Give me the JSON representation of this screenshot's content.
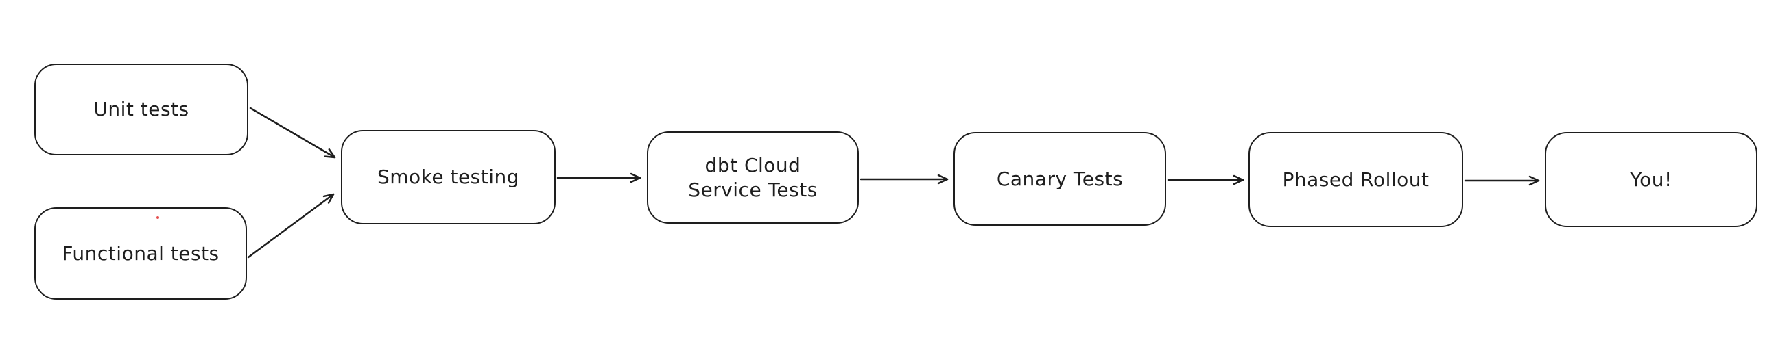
{
  "canvas": {
    "colors": {
      "background": "#ffffff",
      "stroke": "#1e1e1e",
      "artifact_dot": "#e03131"
    }
  },
  "diagram": {
    "type": "flowchart",
    "nodes": [
      {
        "id": "unit-tests",
        "label": "Unit tests"
      },
      {
        "id": "functional-tests",
        "label": "Functional tests"
      },
      {
        "id": "smoke-testing",
        "label": "Smoke testing"
      },
      {
        "id": "dbt-cloud-service-tests",
        "label": "dbt Cloud Service Tests"
      },
      {
        "id": "canary-tests",
        "label": "Canary Tests"
      },
      {
        "id": "phased-rollout",
        "label": "Phased Rollout"
      },
      {
        "id": "you",
        "label": "You!"
      }
    ],
    "edges": [
      {
        "from": "unit-tests",
        "to": "smoke-testing"
      },
      {
        "from": "functional-tests",
        "to": "smoke-testing"
      },
      {
        "from": "smoke-testing",
        "to": "dbt-cloud-service-tests"
      },
      {
        "from": "dbt-cloud-service-tests",
        "to": "canary-tests"
      },
      {
        "from": "canary-tests",
        "to": "phased-rollout"
      },
      {
        "from": "phased-rollout",
        "to": "you"
      }
    ]
  }
}
